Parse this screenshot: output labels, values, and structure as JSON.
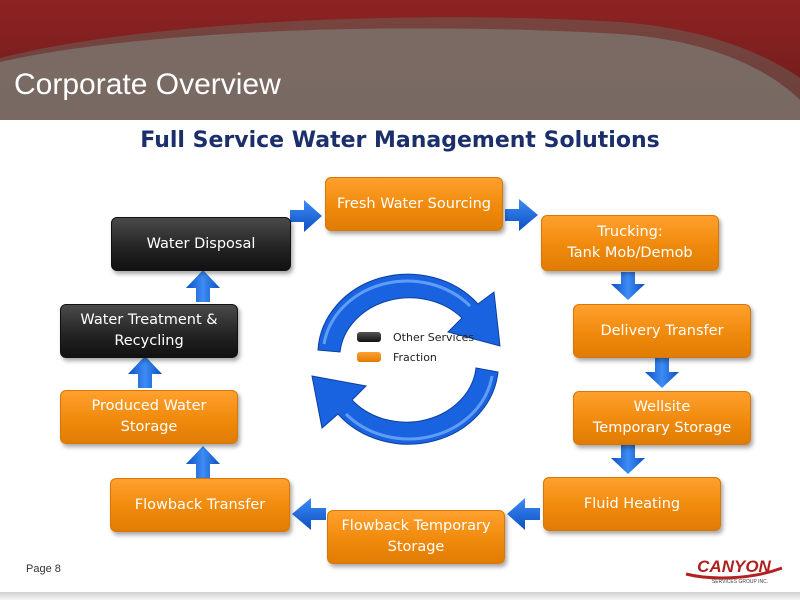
{
  "header": {
    "title": "Corporate Overview"
  },
  "subtitle": "Full Service Water Management Solutions",
  "boxes": {
    "fresh_water_sourcing": "Fresh Water Sourcing",
    "trucking_line1": "Trucking:",
    "trucking_line2": "Tank Mob/Demob",
    "delivery_transfer": "Delivery Transfer",
    "wellsite_line1": "Wellsite",
    "wellsite_line2": "Temporary Storage",
    "fluid_heating": "Fluid Heating",
    "flowback_temp_line1": "Flowback Temporary",
    "flowback_temp_line2": "Storage",
    "flowback_transfer": "Flowback Transfer",
    "produced_water_line1": "Produced Water",
    "produced_water_line2": "Storage",
    "water_treatment_line1": "Water Treatment &",
    "water_treatment_line2": "Recycling",
    "water_disposal": "Water Disposal"
  },
  "legend": {
    "items": [
      {
        "label": "Other Services",
        "color": "#222222"
      },
      {
        "label": "Fraction",
        "color": "#f08a0c"
      }
    ]
  },
  "footer": {
    "page": "Page 8",
    "logo_name": "CANYON",
    "logo_sub": "SERVICES GROUP INC."
  },
  "colors": {
    "header": "#7a1e1e",
    "orange_box": "#f08a0c",
    "dark_box": "#222222",
    "arrow_blue": "#1f6fe0",
    "subtitle": "#1b2f6b"
  }
}
